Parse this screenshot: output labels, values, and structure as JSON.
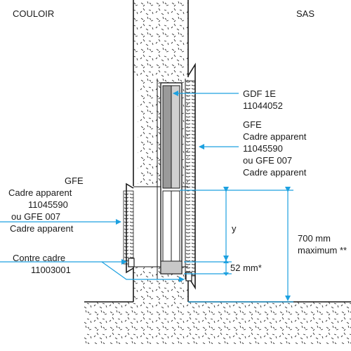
{
  "zones": {
    "left": "COULOIR",
    "right": "SAS"
  },
  "labels": {
    "gdf_1e": {
      "line1": "GDF 1E",
      "line2": "11044052"
    },
    "gfe_right": {
      "line1": "GFE",
      "line2": "Cadre apparent",
      "line3": "11045590",
      "line4": "ou GFE  007",
      "line5": "Cadre apparent"
    },
    "gfe_left": {
      "line1": "GFE",
      "line2": "Cadre apparent",
      "line3": "11045590",
      "line4": "ou GFE  007",
      "line5": "Cadre apparent"
    },
    "contre_cadre": {
      "line1": "Contre cadre",
      "line2": "11003001"
    }
  },
  "dimensions": {
    "y": "y",
    "offset": "52 mm*",
    "max_line1": "700 mm",
    "max_line2": "maximum **"
  },
  "colors": {
    "accent": "#1da1e0",
    "line": "#1a1a1a"
  }
}
